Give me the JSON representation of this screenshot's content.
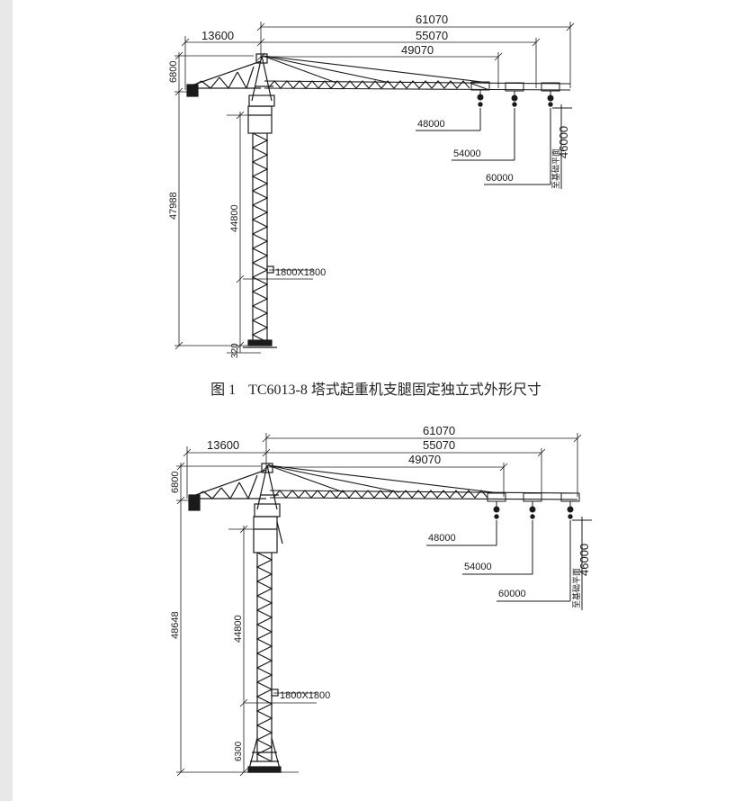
{
  "figure1": {
    "caption_number": "图 1",
    "caption_text": "TC6013-8 塔式起重机支腿固定独立式外形尺寸",
    "jib_dim_top": "61070",
    "jib_dim_mid": "55070",
    "jib_dim_low": "49070",
    "counter_jib_dim": "13600",
    "head_height": "6800",
    "total_height": "47988",
    "mast_height": "44800",
    "base_height": "320",
    "mast_section": "1800X1800",
    "radius_1": "48000",
    "radius_2": "54000",
    "radius_3": "60000",
    "hook_height": "46000",
    "hook_note": "至基础平面"
  },
  "figure2": {
    "jib_dim_top": "61070",
    "jib_dim_mid": "55070",
    "jib_dim_low": "49070",
    "counter_jib_dim": "13600",
    "head_height": "6800",
    "total_height": "48648",
    "mast_height": "44800",
    "base_height": "6300",
    "mast_section": "1800X1800",
    "radius_1": "48000",
    "radius_2": "54000",
    "radius_3": "60000",
    "hook_height": "46000",
    "hook_note": "至基础平面"
  },
  "colors": {
    "line": "#1a1a1a",
    "page": "#ffffff",
    "margin": "#e8e8e8"
  }
}
